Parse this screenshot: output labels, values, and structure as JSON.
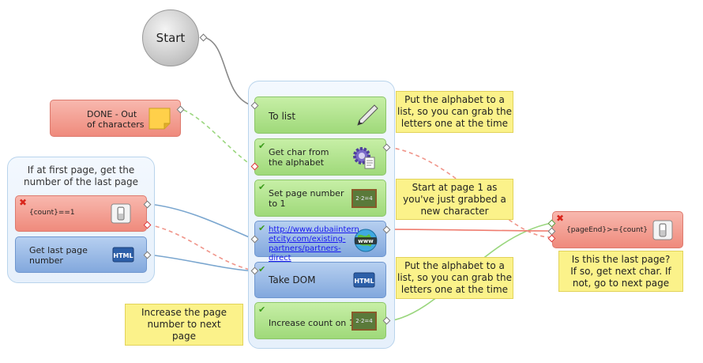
{
  "start": {
    "label": "Start"
  },
  "done": {
    "label": "DONE - Out of characters"
  },
  "first_page_group": {
    "title": "If at first page, get the number of the last page"
  },
  "nodes": {
    "to_list": "To list",
    "get_char": "Get char from the alphabet",
    "set_page": "Set page number to 1",
    "url_line1": "http://www.dubaiintern",
    "url_line2": "etcity.com/existing-",
    "url_line3": "partners/partners-direct",
    "take_dom": "Take DOM",
    "increase_count": "Increase count on 1",
    "count_cond": "{count}==1",
    "get_last_page": "Get last page number",
    "page_end": "{pageEnd}>={count}"
  },
  "notes": {
    "note1": "Put the alphabet to a list, so you can grab the letters one at the time",
    "note2": "Start at page 1 as you've just grabbed a new character",
    "note3": "Put the alphabet to a list, so you can grab the letters one at the time",
    "note4": "Increase the page number to next page",
    "note5": "Is this the last page? If so, get next char. If not, go to next page"
  },
  "icons": {
    "to_list": "pen-icon",
    "get_char": "gear-doc-icon",
    "set_page": "chalkboard-icon",
    "url": "www-globe-icon",
    "take_dom": "html-icon",
    "increase_count": "chalkboard-icon",
    "count_cond": "switch-icon",
    "get_last_page": "html-icon",
    "page_end": "switch-icon",
    "done": "sticky-note-icon"
  },
  "colors": {
    "success": "#9fd97a",
    "failure": "#ef8a7c",
    "action": "#82a8dd",
    "note": "#fbf28a"
  }
}
